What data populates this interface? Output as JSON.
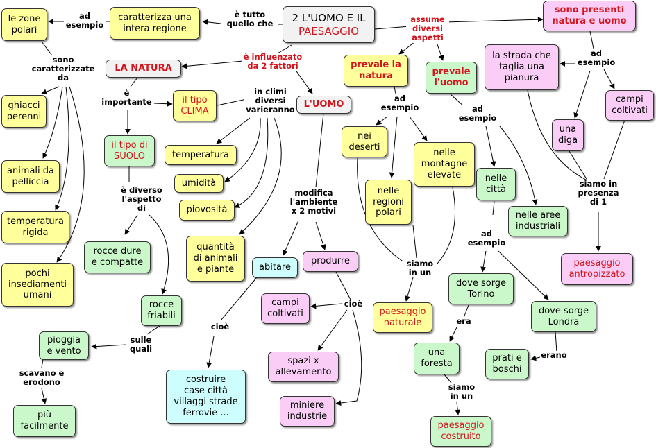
{
  "colors": {
    "yellow": "#ffff9b",
    "green": "#caf8ca",
    "pink": "#f9cdf6",
    "cyan": "#cdfdfd",
    "grey": "#f2f2f2",
    "white": "#ffffff",
    "red_text": "#d4141c"
  },
  "nodes": {
    "title": {
      "line1": "2 L'UOMO E IL",
      "line2": "PAESAGGIO"
    },
    "caratterizza": "caratterizza una\nintera regione",
    "zone_polari": "le zone\npolari",
    "ghiacci": "ghiacci\nperenni",
    "animali": "animali da\npelliccia",
    "temp_rigida": "temperatura\nrigida",
    "pochi": "pochi\ninsediamenti\numani",
    "natura": "LA NATURA",
    "clima": "il tipo\nCLIMA",
    "suolo": "il tipo di\nSUOLO",
    "temperatura": "temperatura",
    "umidita": "umidità",
    "piovosita": "piovosità",
    "quantita": "quantità\ndi animali\ne piante",
    "rocce_dure": "rocce dure\ne compatte",
    "rocce_friabili": "rocce\nfriabili",
    "pioggia": "pioggia\ne vento",
    "facilmente": "più\nfacilmente",
    "uomo": "L'UOMO",
    "abitare": "abitare",
    "produrre": "produrre",
    "costruire": "costruire\ncase  città\nvillaggi strade\nferrovie ...",
    "campi_coltivati_2": "campi\ncoltivati",
    "spazi": "spazi x\nallevamento",
    "miniere": "miniere\nindustrie",
    "prevale_natura": "prevale la\nnatura",
    "deserti": "nei\ndeserti",
    "regioni_polari": "nelle\nregioni\npolari",
    "montagne": "nelle\nmontagne\nelevate",
    "paesaggio_naturale": "paesaggio\nnaturale",
    "prevale_uomo": "prevale\nl'uomo",
    "citta": "nelle\ncittà",
    "aree_industriali": "nelle aree\nindustriali",
    "torino": "dove sorge\nTorino",
    "londra": "dove sorge\nLondra",
    "foresta": "una\nforesta",
    "prati": "prati e\nboschi",
    "paesaggio_costruito": "paesaggio\ncostruito",
    "presenti": "sono presenti\nnatura e uomo",
    "strada": "la strada che\ntaglia una\npianura",
    "campi_coltivati_1": "campi\ncoltivati",
    "diga": "una\ndiga",
    "antropizzato": "paesaggio\nantropizzato"
  },
  "links": {
    "ad_esempio_1": "ad\nesempio",
    "e_tutto": "è tutto\nquello che",
    "influenzato": "è influenzato\nda 2 fattori",
    "assume": "assume\ndiversi\naspetti",
    "sono_caratterizzate": "sono\ncaratterizzate\nda",
    "e_importante": "è\nimportante",
    "in_climi": "in climi\ndiversi\nvarieranno",
    "diverso": "è diverso\nl'aspetto\ndi",
    "sulle_quali": "sulle\nquali",
    "scavano": "scavano e\nerodono",
    "modifica": "modifica\nl'ambiente\nx 2 motivi",
    "cioe_1": "cioè",
    "cioe_2": "cioè",
    "ad_esempio_2": "ad\nesempio",
    "siamo_in_un_1": "siamo\nin un",
    "ad_esempio_3": "ad\nesempio",
    "ad_esempio_4": "ad\nesempio",
    "era": "era",
    "erano": "erano",
    "siamo_in_un_2": "siamo\nin un",
    "ad_esempio_5": "ad\nesempio",
    "siamo_presenza": "siamo in\npresenza\ndi 1"
  }
}
